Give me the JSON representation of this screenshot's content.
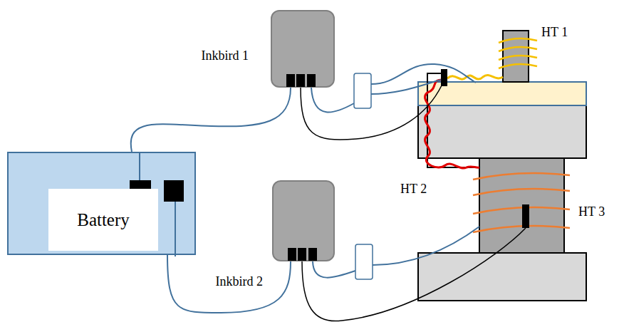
{
  "diagram": {
    "nodes": [
      {
        "text": [
          "Inkbird 1"
        ]
      },
      {
        "text": [
          "Battery"
        ]
      },
      {
        "text": [
          "Inkbird 2"
        ]
      }
    ],
    "edges": [
      {
        "from": 1,
        "to": 0,
        "arrow": "none"
      },
      {
        "from": 1,
        "to": 2,
        "arrow": "none"
      }
    ],
    "labels": [
      "HT 1",
      "HT 2",
      "HT 3"
    ]
  }
}
